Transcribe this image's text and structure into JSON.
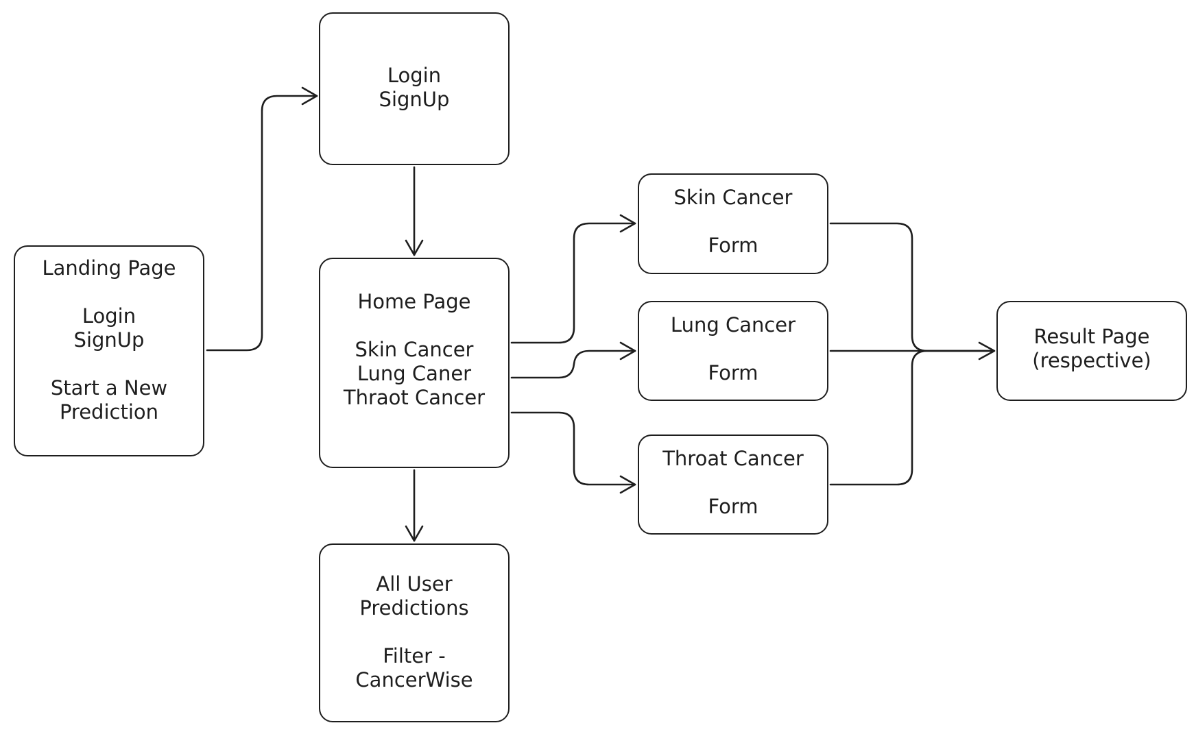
{
  "diagram": {
    "nodes": [
      {
        "id": "landing",
        "lines": [
          "Landing Page",
          "",
          "Login",
          "SignUp",
          "",
          "Start a New",
          "Prediction"
        ]
      },
      {
        "id": "login",
        "lines": [
          "Login",
          "SignUp"
        ]
      },
      {
        "id": "home",
        "lines": [
          "Home Page",
          "",
          "Skin Cancer",
          "Lung Caner",
          "Thraot Cancer"
        ]
      },
      {
        "id": "allpred",
        "lines": [
          "All User",
          "Predictions",
          "",
          "Filter -",
          "CancerWise"
        ]
      },
      {
        "id": "skin",
        "lines": [
          "Skin Cancer",
          "",
          "Form"
        ]
      },
      {
        "id": "lung",
        "lines": [
          "Lung Cancer",
          "",
          "Form"
        ]
      },
      {
        "id": "throat",
        "lines": [
          "Throat Cancer",
          "",
          "Form"
        ]
      },
      {
        "id": "result",
        "lines": [
          "Result Page",
          "(respective)"
        ]
      }
    ],
    "edges": [
      {
        "from": "landing",
        "to": "login"
      },
      {
        "from": "login",
        "to": "home"
      },
      {
        "from": "home",
        "to": "allpred"
      },
      {
        "from": "home",
        "to": "skin"
      },
      {
        "from": "home",
        "to": "lung"
      },
      {
        "from": "home",
        "to": "throat"
      },
      {
        "from": "skin",
        "to": "result"
      },
      {
        "from": "lung",
        "to": "result"
      },
      {
        "from": "throat",
        "to": "result"
      }
    ]
  }
}
